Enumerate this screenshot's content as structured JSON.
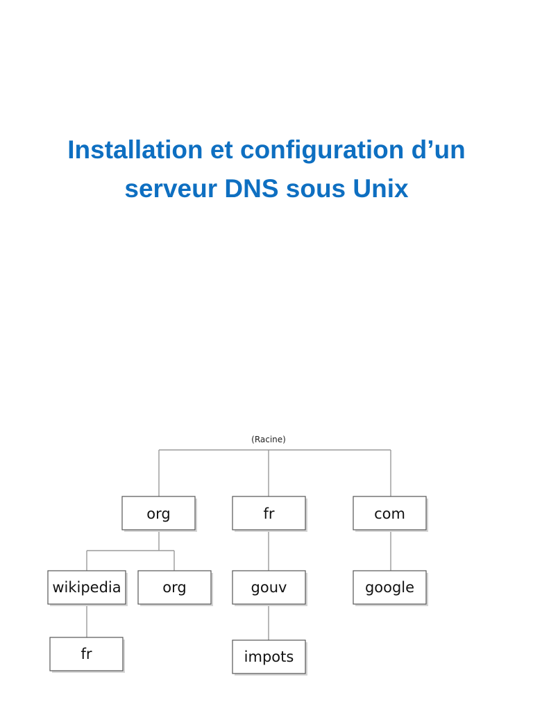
{
  "slide": {
    "title_line1": "Installation et configuration d’un",
    "title_line2": "serveur DNS sous Unix",
    "title_color": "#0e6fc1"
  },
  "diagram": {
    "root_label": "(Racine)",
    "nodes": {
      "org": "org",
      "fr": "fr",
      "com": "com",
      "wikipedia": "wikipedia",
      "org_child": "org",
      "gouv": "gouv",
      "google": "google",
      "wikipedia_fr": "fr",
      "impots": "impots"
    }
  }
}
